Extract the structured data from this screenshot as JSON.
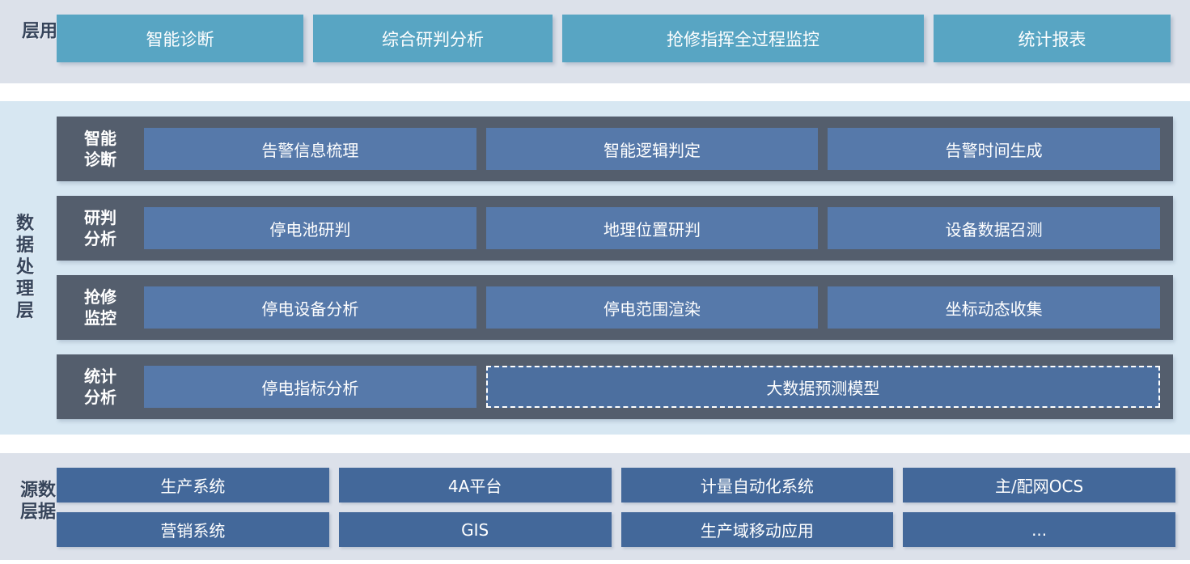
{
  "colors": {
    "bg_band": "#dce1ea",
    "bg_process": "#d7e7f2",
    "teal": "#58a5c3",
    "row_dark": "#545e6d",
    "item_blue": "#5679aa",
    "item_blue_dark": "#4c6f9f",
    "source_blue": "#43689a",
    "label_text": "#36445a"
  },
  "layers": {
    "application": {
      "label": "应用层",
      "buttons": [
        "智能诊断",
        "综合研判分析",
        "抢修指挥全过程监控",
        "统计报表"
      ]
    },
    "processing": {
      "label": "数据处理层",
      "rows": [
        {
          "label": "智能\n诊断",
          "items": [
            "告警信息梳理",
            "智能逻辑判定",
            "告警时间生成"
          ]
        },
        {
          "label": "研判\n分析",
          "items": [
            "停电池研判",
            "地理位置研判",
            "设备数据召测"
          ]
        },
        {
          "label": "抢修\n监控",
          "items": [
            "停电设备分析",
            "停电范围渲染",
            "坐标动态收集"
          ]
        },
        {
          "label": "统计\n分析",
          "items": [
            "停电指标分析"
          ],
          "wide_item": "大数据预测模型"
        }
      ]
    },
    "source": {
      "label": "数据源层",
      "buttons": [
        "生产系统",
        "4A平台",
        "计量自动化系统",
        "主/配网OCS",
        "营销系统",
        "GIS",
        "生产域移动应用",
        "..."
      ]
    }
  }
}
